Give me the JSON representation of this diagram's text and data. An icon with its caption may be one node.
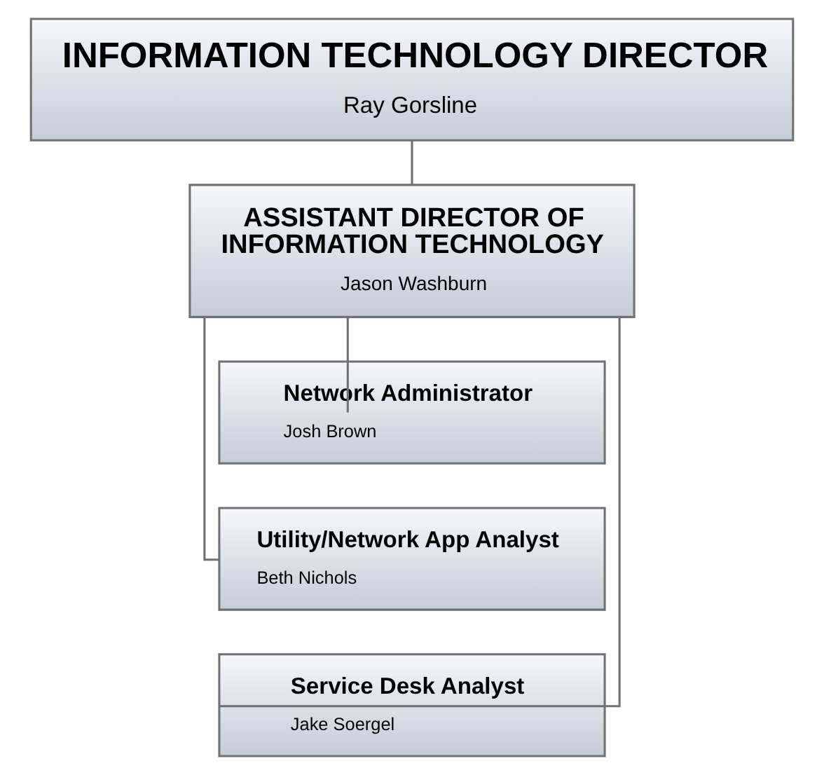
{
  "diagram": {
    "nodes": [
      {
        "text": [
          "INFORMATION TECHNOLOGY DIRECTOR",
          "Ray Gorsline"
        ]
      },
      {
        "text": [
          "ASSISTANT DIRECTOR OF INFORMATION TECHNOLOGY",
          "Jason Washburn"
        ]
      },
      {
        "text": [
          "Network Administrator",
          "Josh Brown"
        ]
      },
      {
        "text": [
          "Utility/Network App Analyst",
          "Beth Nichols"
        ]
      },
      {
        "text": [
          "Service Desk Analyst",
          "Jake Soergel"
        ]
      }
    ],
    "edges": [
      {
        "from": 0,
        "to": 1,
        "arrow": "none"
      },
      {
        "from": 1,
        "to": 2,
        "arrow": "none"
      },
      {
        "from": 1,
        "to": 3,
        "arrow": "none"
      },
      {
        "from": 1,
        "to": 4,
        "arrow": "none"
      }
    ]
  }
}
